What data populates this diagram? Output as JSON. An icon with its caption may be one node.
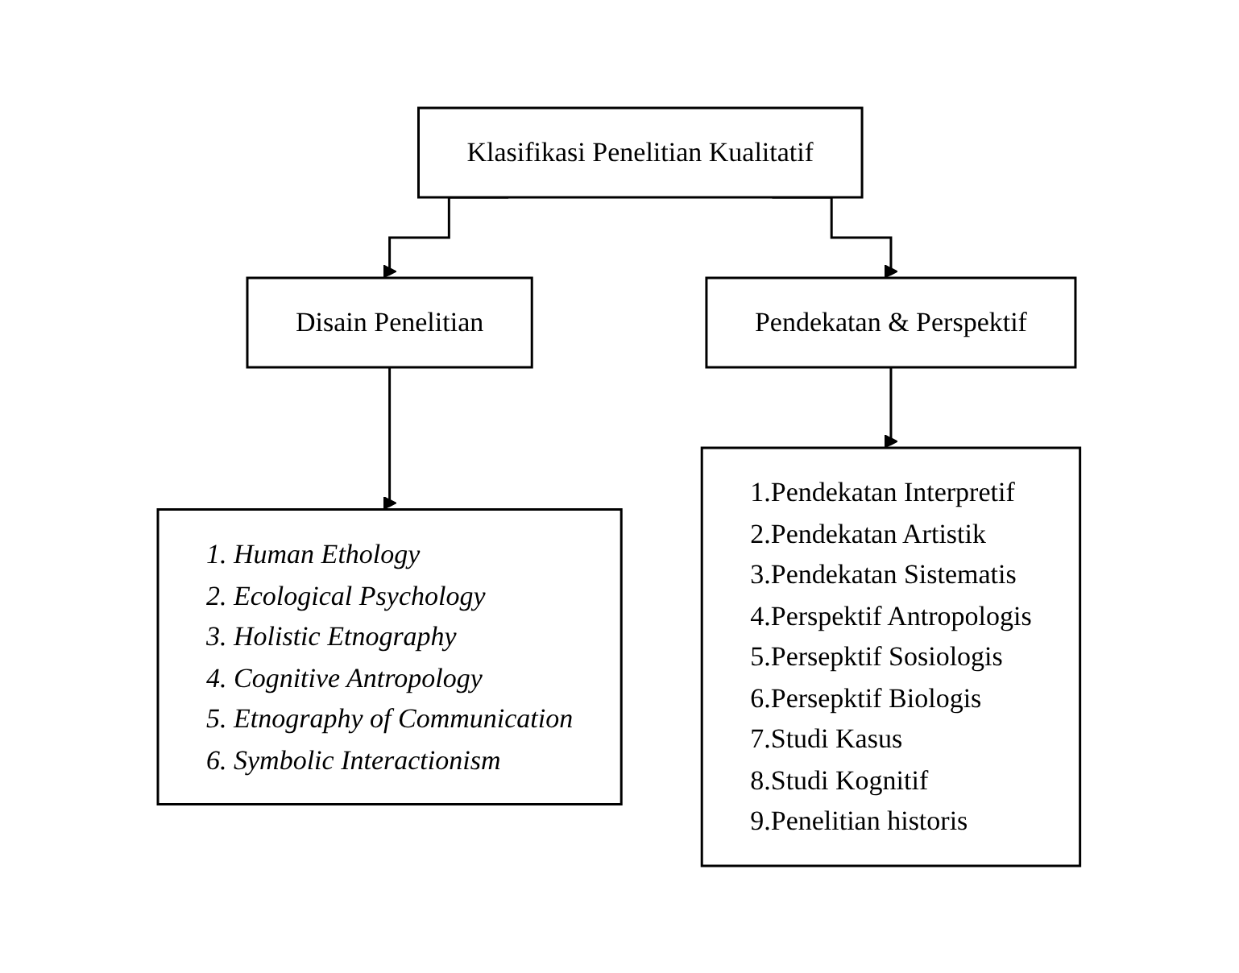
{
  "diagram": {
    "nodes": [
      {
        "text": [
          "Klasifikasi Penelitian Kualitatif"
        ]
      },
      {
        "text": [
          "Disain Penelitian"
        ]
      },
      {
        "text": [
          "Pendekatan & Perspektif"
        ]
      },
      {
        "text": [
          "1. Human Ethology",
          "2. Ecological Psychology",
          "3. Holistic Etnography",
          "4. Cognitive Antropology",
          "5. Etnography of Communication",
          "6. Symbolic Interactionism"
        ]
      },
      {
        "text": [
          "1.Pendekatan Interpretif",
          "2.Pendekatan Artistik",
          "3.Pendekatan Sistematis",
          "4.Perspektif Antropologis",
          "5.Persepktif Sosiologis",
          "6.Persepktif Biologis",
          "7.Studi Kasus",
          "8.Studi Kognitif",
          "9.Penelitian historis"
        ]
      }
    ],
    "edges": [
      {
        "from": 0,
        "to": 1,
        "arrow": "to"
      },
      {
        "from": 0,
        "to": 2,
        "arrow": "to"
      },
      {
        "from": 1,
        "to": 3,
        "arrow": "to"
      },
      {
        "from": 2,
        "to": 4,
        "arrow": "to"
      }
    ]
  }
}
